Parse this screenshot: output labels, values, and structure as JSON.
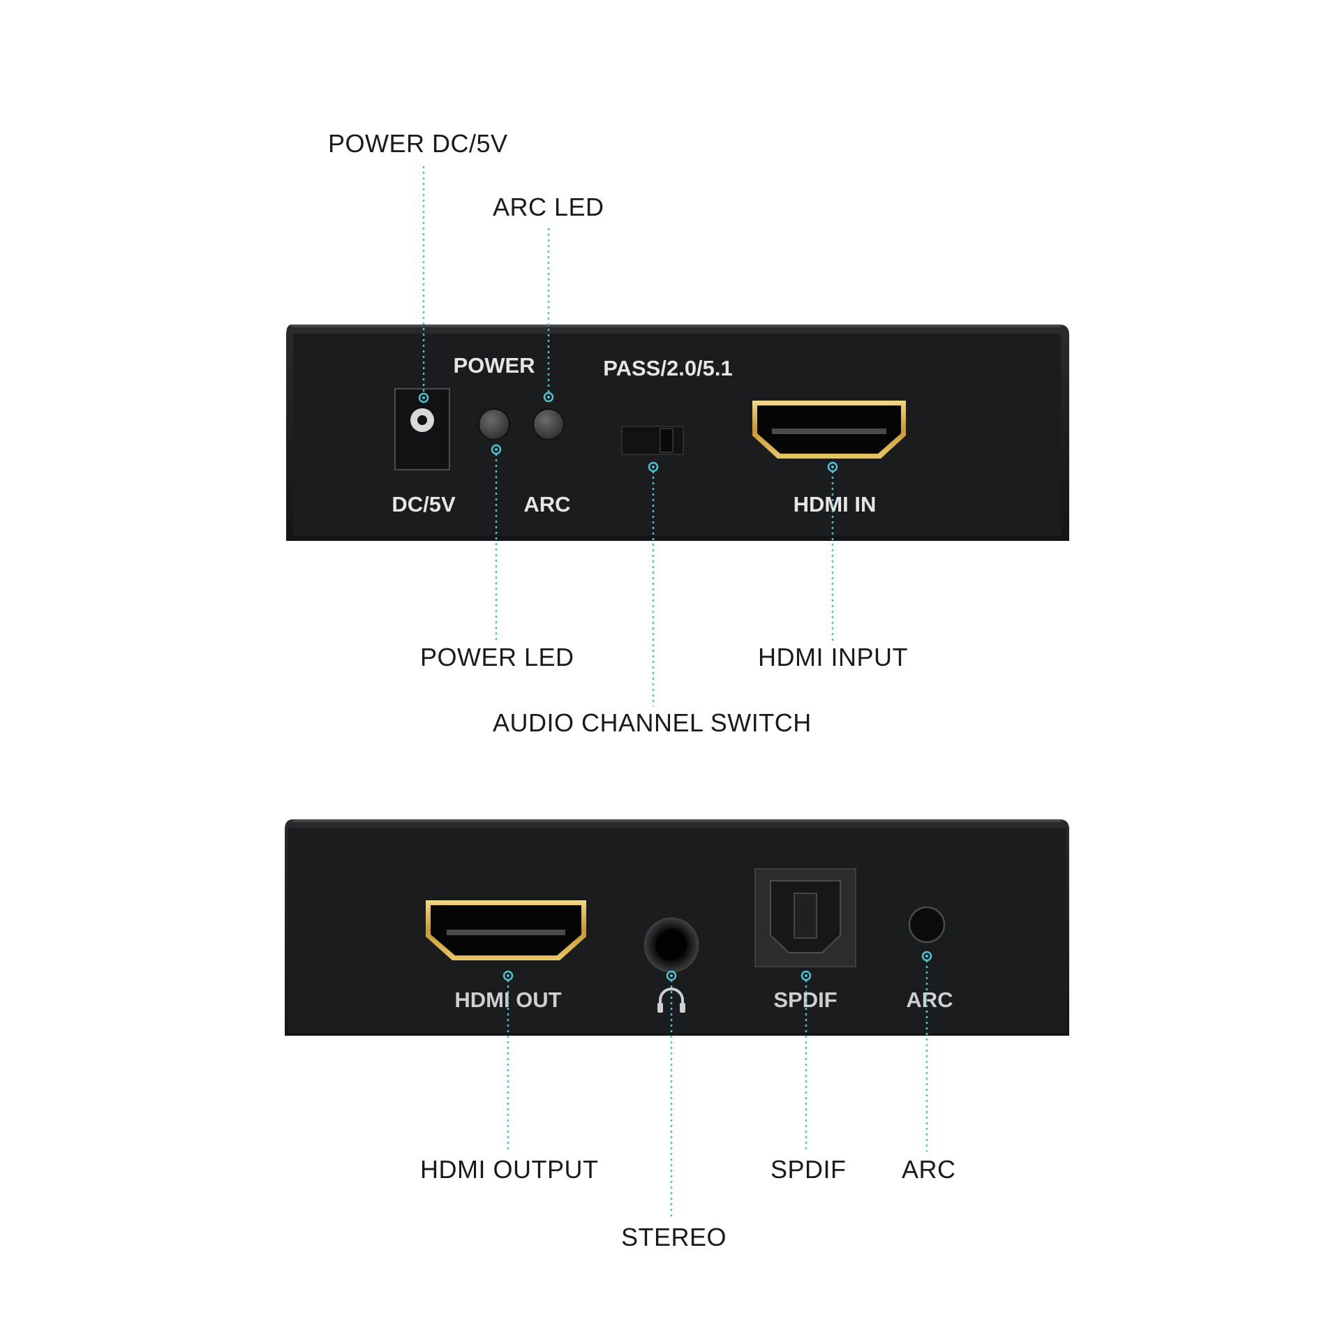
{
  "top_panel": {
    "labels": {
      "power": "POWER",
      "pass": "PASS/2.0/5.1",
      "dc": "DC/5V",
      "arc": "ARC",
      "hdmi_in": "HDMI IN"
    },
    "callouts": {
      "power_dc": "POWER DC/5V",
      "arc_led": "ARC LED",
      "power_led": "POWER LED",
      "hdmi_input": "HDMI INPUT",
      "audio_switch": "AUDIO CHANNEL SWITCH"
    }
  },
  "bottom_panel": {
    "labels": {
      "hdmi_out": "HDMI OUT",
      "spdif": "SPDIF",
      "arc": "ARC"
    },
    "callouts": {
      "hdmi_output": "HDMI OUTPUT",
      "spdif": "SPDIF",
      "arc": "ARC",
      "stereo": "STEREO"
    }
  },
  "colors": {
    "panel": "#1c1d1e",
    "leader": "#4fc3cf",
    "hdmi_gold": "#d9b24a"
  }
}
